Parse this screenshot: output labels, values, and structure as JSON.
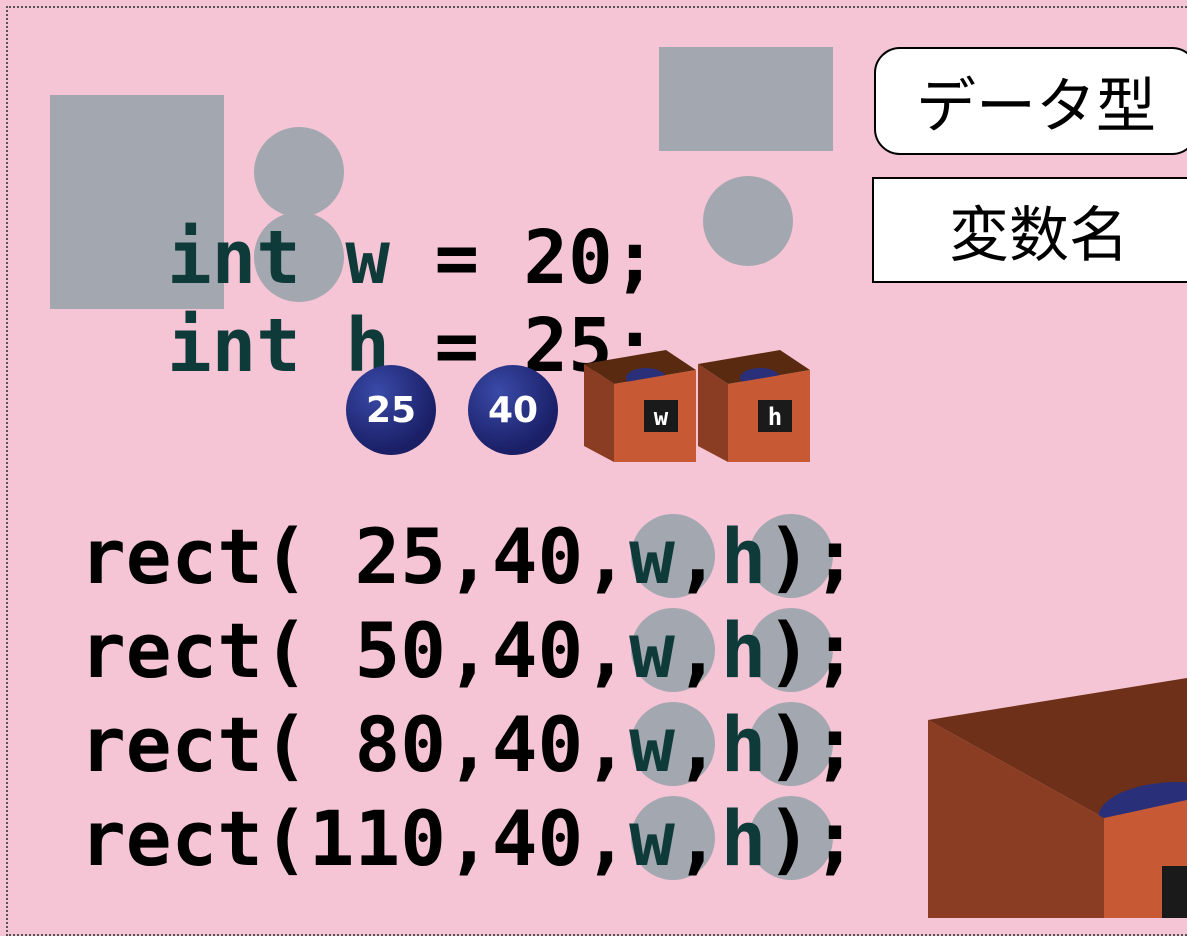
{
  "declarations": [
    {
      "type": "int",
      "name": "w",
      "rest": " = 20;"
    },
    {
      "type": "int",
      "name": "h",
      "rest": " = 25;"
    }
  ],
  "labels": {
    "data_type": "データ型",
    "var_name": "変数名"
  },
  "values": {
    "ball1": "25",
    "ball2": "40",
    "box1": "w",
    "box2": "h"
  },
  "code_lines": [
    {
      "prefix": "rect( 25,40,",
      "a": "w",
      "sep": ",",
      "b": "h",
      "end": ");"
    },
    {
      "prefix": "rect( 50,40,",
      "a": "w",
      "sep": ",",
      "b": "h",
      "end": ");"
    },
    {
      "prefix": "rect( 80,40,",
      "a": "w",
      "sep": ",",
      "b": "h",
      "end": ");"
    },
    {
      "prefix": "rect(110,40,",
      "a": "w",
      "sep": ",",
      "b": "h",
      "end": ");"
    }
  ],
  "colors": {
    "background": "#f5c5d5",
    "highlight": "#a3a7af",
    "ball": "#1a1f66",
    "box": "#c75a35"
  },
  "icons": [
    "rectangle-shape-icon",
    "ellipse-shape-icon",
    "value-ball-icon",
    "variable-box-icon"
  ]
}
